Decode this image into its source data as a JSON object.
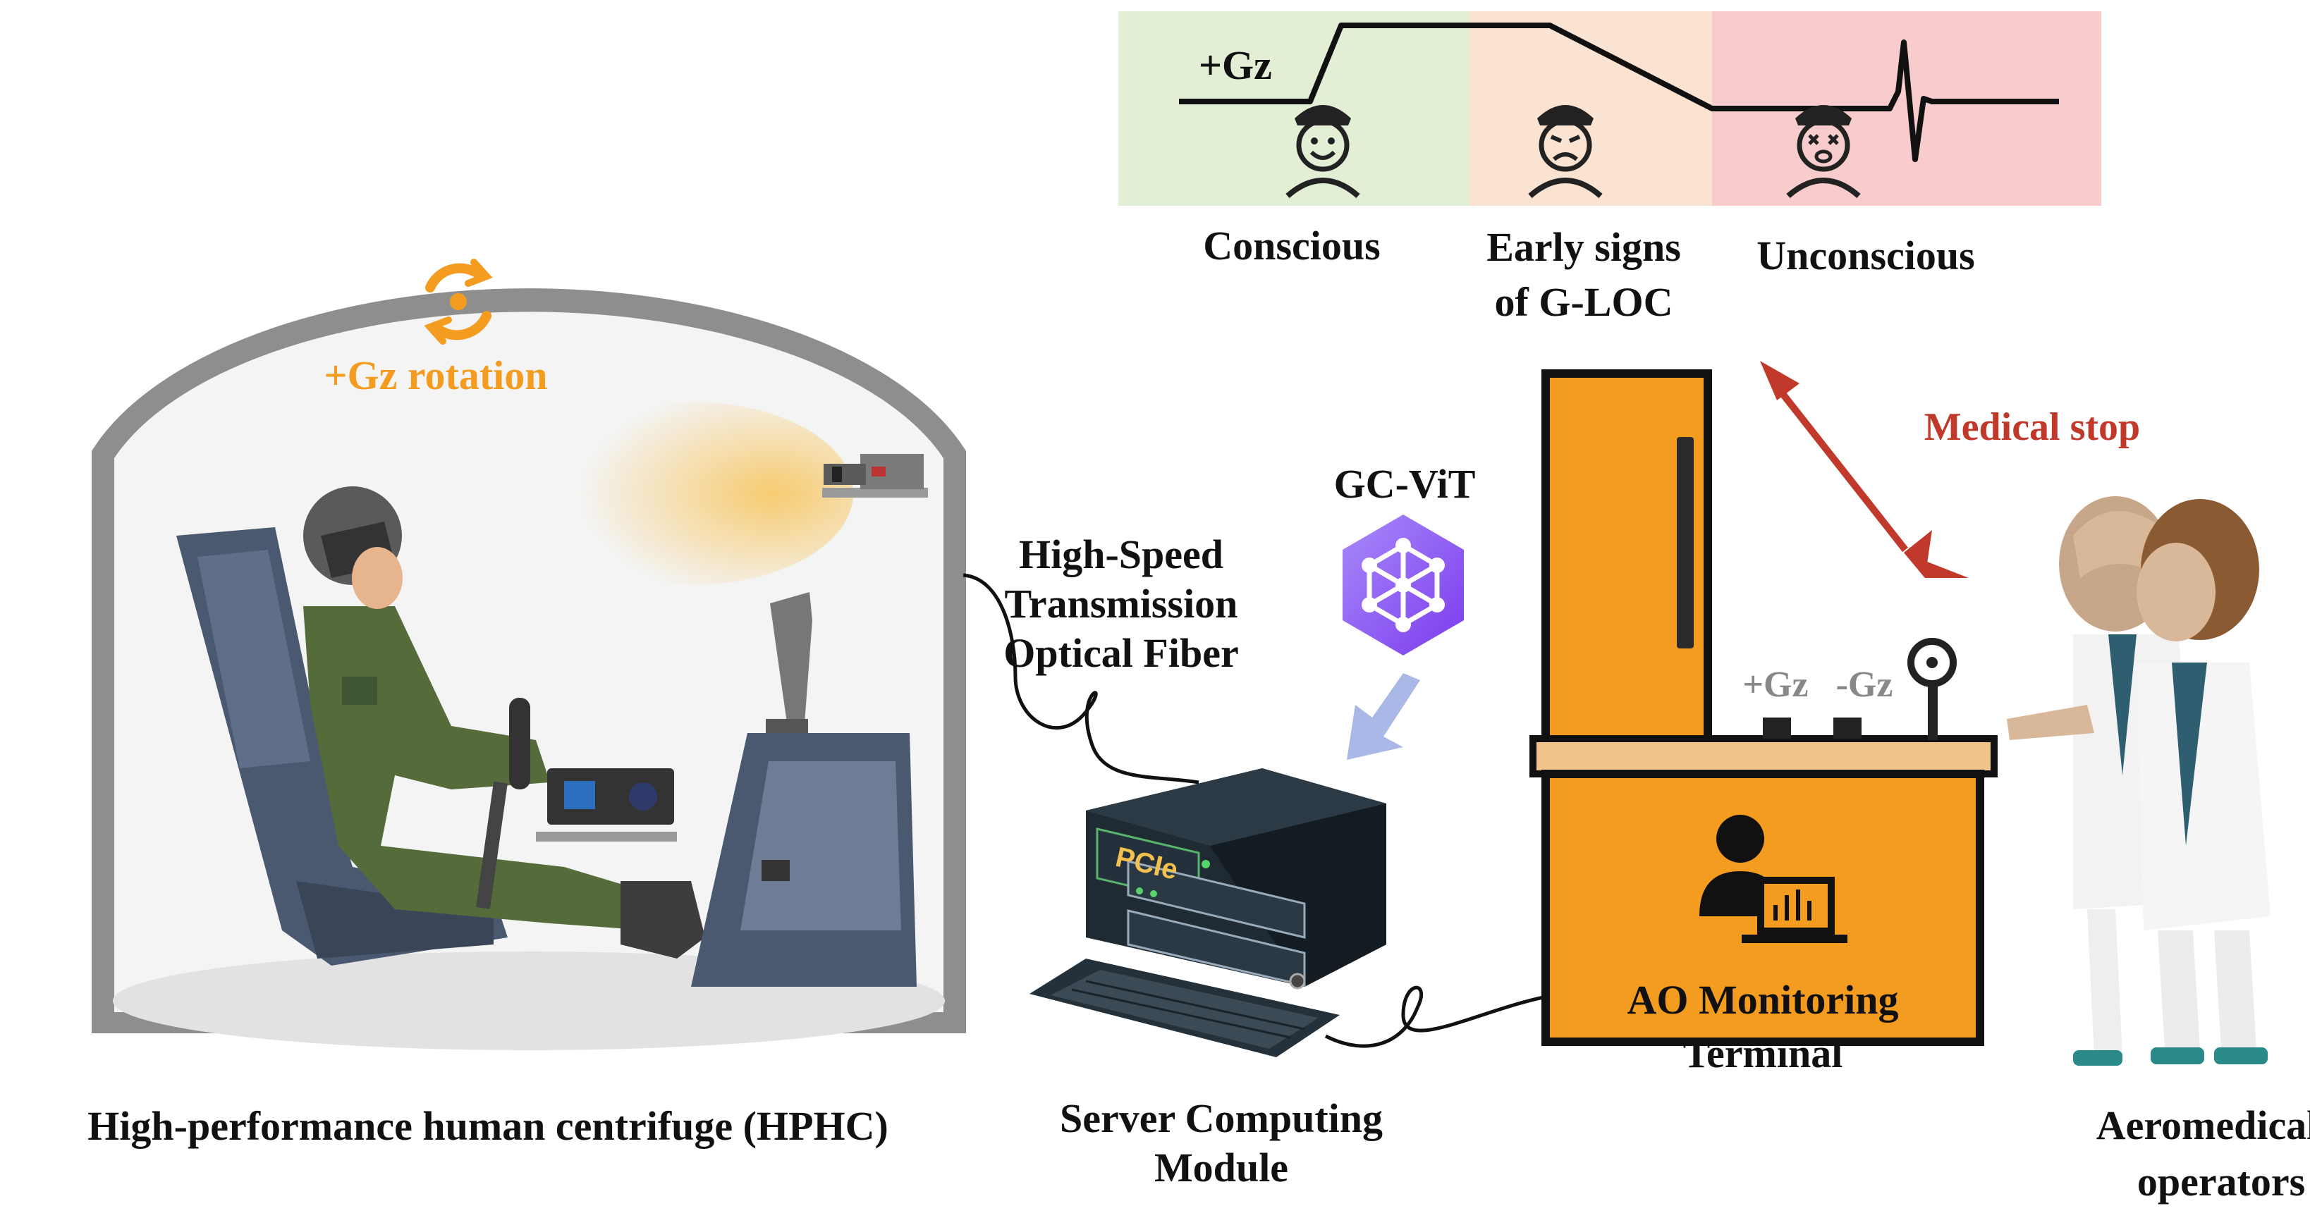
{
  "gz_profile": {
    "signal_label": "+Gz",
    "phases": [
      {
        "label": "Conscious",
        "color": "#e3efd5"
      },
      {
        "label": "Early signs",
        "label_line2": "of G-LOC",
        "color": "#fbe3d2"
      },
      {
        "label": "Unconscious",
        "color": "#f8cccc"
      }
    ]
  },
  "centrifuge": {
    "rotation_label": "+Gz rotation",
    "caption": "High-performance human centrifuge (HPHC)"
  },
  "fiber": {
    "line1": "High-Speed",
    "line2": "Transmission",
    "line3": "Optical Fiber"
  },
  "model": {
    "name": "GC-ViT",
    "color": "#8b5cf6"
  },
  "server": {
    "badge": "PCIe",
    "caption_line1": "Server Computing",
    "caption_line2": "Module"
  },
  "terminal": {
    "label_line1": "AO Monitoring",
    "label_line2": "Terminal",
    "button_plus": "+Gz",
    "button_minus": "-Gz",
    "color": "#f39c1f"
  },
  "medical_stop": {
    "label": "Medical stop",
    "color": "#c0392b"
  },
  "operators": {
    "caption_line1": "Aeromedical",
    "caption_line2": "operators"
  },
  "colors": {
    "rotation_orange": "#f39c1f",
    "arrow_blue": "#a9b8e6"
  }
}
